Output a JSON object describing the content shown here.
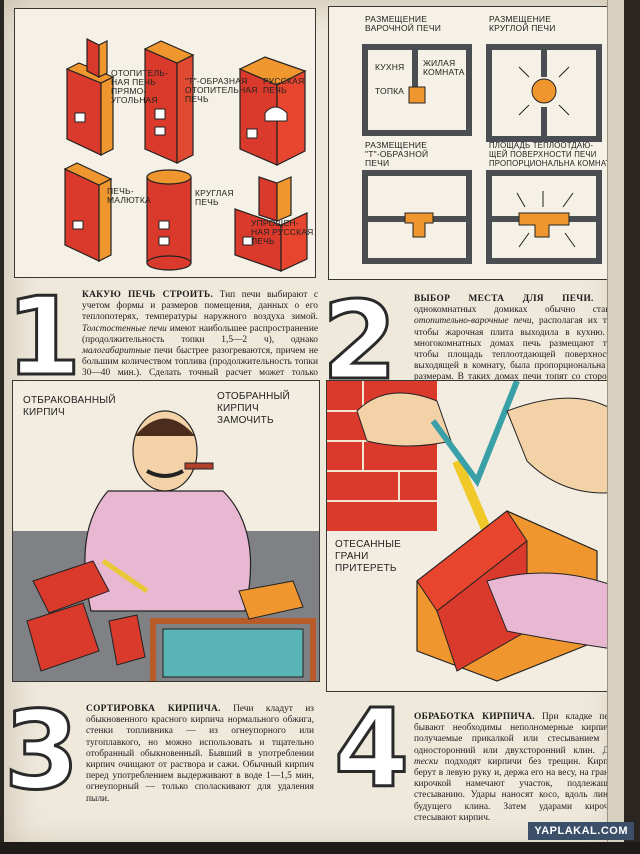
{
  "panel1": {
    "labels": {
      "stove1": "Отопитель-\nная печь\nпрямо-\nугольная",
      "stove2": "\"Т\"-образная\nотопительная\nпечь",
      "stove3": "Русская\nпечь",
      "stove4": "Печь-\nмалютка",
      "stove5": "Круглая\nпечь",
      "stove6": "Упрощен-\nная русская\nпечь"
    }
  },
  "panel2": {
    "titles": {
      "plan1": "Размещение\nварочной печи",
      "plan2": "Размещение\nкруглой печи",
      "plan3": "Размещение\n\"Т\"-образной\nпечи",
      "plan4": "Площадь теплоотдаю-\nщей поверхности печи\nпропорциональна комнатам"
    },
    "rooms": {
      "kitchen": "Кухня",
      "living": "Жилая\nкомната"
    },
    "firebox": "Топка"
  },
  "section1": {
    "number": "1",
    "title": "КАКУЮ ПЕЧЬ СТРОИТЬ.",
    "body_a": " Тип печи выбирают с учетом формы и размеров помещения, данных о его теплопотерях, температуры наружного воздуха зимой. ",
    "body_b_italic": "Толстостенные печи",
    "body_c": " имеют наибольшее распространение (продолжительность топки 1,5—2 ч), однако ",
    "body_d_italic": "малогабаритные",
    "body_e": " печи быстрее разогреваются, причем не большим количеством топлива (продолжительность топки 30—40 мин.). Сделать точный расчет может только специалист, поэтому при строительстве печи следует пользоваться готовыми чертежами."
  },
  "section2": {
    "number": "2",
    "title": "ВЫБОР МЕСТА ДЛЯ ПЕЧИ.",
    "body_a": " В однокомнатных домиках обычно ставят ",
    "body_b_italic": "отопительно-варочные печи",
    "body_c": ", располагая их так, чтобы жарочная плита выходила в кухню. В многокомнатных домах печь размещают так, чтобы площадь теплоотдающей поверхности, выходящей в комнату, была пропорциональна ее размерам. В таких домах печи топят со стороны коридора или кухни."
  },
  "panel3": {
    "label_rejected": "Отбракованный\nкирпич",
    "label_selected": "Отобранный\nкирпич\nзамочить"
  },
  "panel4": {
    "label_edges": "Отесанные\nграни\nпритереть"
  },
  "section3": {
    "number": "3",
    "title": "СОРТИРОВКА КИРПИЧА.",
    "body": " Печи кладут из обыкновенного красного кирпича нормального обжига, стенки топливника — из огнеупорного или тугоплавкого, но можно использовать и тщательно отобранный обыкновенный. Бывший в употреблении кирпич очищают от раствора и сажи. Обычный кирпич перед употреблением выдерживают в воде 1—1,5 мин, огнеупорный — только споласкивают для удаления пыли."
  },
  "section4": {
    "number": "4",
    "title": "ОБРАБОТКА КИРПИЧА.",
    "body_a": " При кладке печи бывают необходимы неполномерные кирпичи, получаемые прикалкой или стесыванием на односторонний или двухсторонний клин. Для ",
    "body_b_italic": "тески",
    "body_c": " подходят кирпичи без трещин. Кирпич берут в левую руку и, держа его на весу, на гранях кирочкой намечают участок, подлежащий стесыванию. Удары наносят косо, вдоль линии будущего клина. Затем ударами кирочки стесывают кирпич."
  },
  "watermark": "YAPLAKAL.COM",
  "colors": {
    "brick": "#d93a2b",
    "orange": "#f0962f",
    "paper": "#efe9dc",
    "stone": "#7f8185"
  }
}
